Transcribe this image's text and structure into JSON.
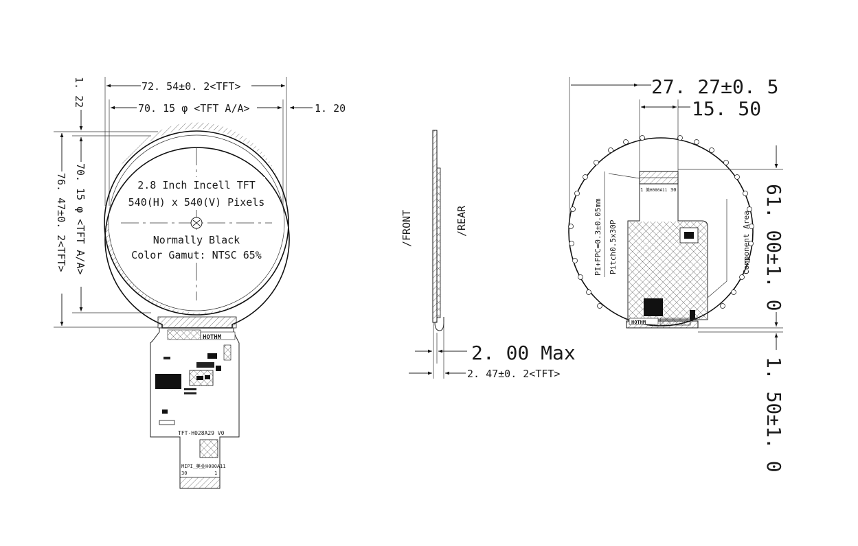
{
  "front_view": {
    "dim_outline_width": "72. 54±0. 2<TFT>",
    "dim_active_area_width": "70. 15 φ <TFT A/A>",
    "dim_edge_offset_right": "1. 20",
    "dim_edge_offset_top": "1. 22",
    "dim_active_area_height": "70. 15 φ <TFT A/A>",
    "dim_outline_height": "76. 47±0. 2<TFT>",
    "display_title": "2.8 Inch Incell TFT",
    "display_resolution": "540(H) x 540(V) Pixels",
    "display_mode": "Normally Black",
    "display_gamut": "Color Gamut: NTSC 65%",
    "fpc_brand": "HOTHM",
    "fpc_part_number": "TFT-H028A29 V0",
    "fpc_tail_label": "MIPI_美业H080A11",
    "fpc_pin_first": "30",
    "fpc_pin_last": "1"
  },
  "side_view": {
    "label_front": "/FRONT",
    "label_rear": "/REAR",
    "dim_thickness_max": "2. 00 Max",
    "dim_thickness_total": "2. 47±0. 2<TFT>"
  },
  "rear_view": {
    "dim_fpc_offset": "27. 27±0. 5",
    "dim_fpc_width": "15. 50",
    "dim_fpc_length": "61. 00±1. 0",
    "dim_fpc_bend": "1. 50±1. 0",
    "note_fpc_thickness": "PI+FPC=0.3±0.05mm",
    "note_pitch": "Pitch0.5x30P",
    "note_component_area": "Component Area",
    "connector_pin_first": "1",
    "connector_pin_last": "30",
    "connector_label": "美H080A11",
    "chip_label": "HOTHM"
  }
}
